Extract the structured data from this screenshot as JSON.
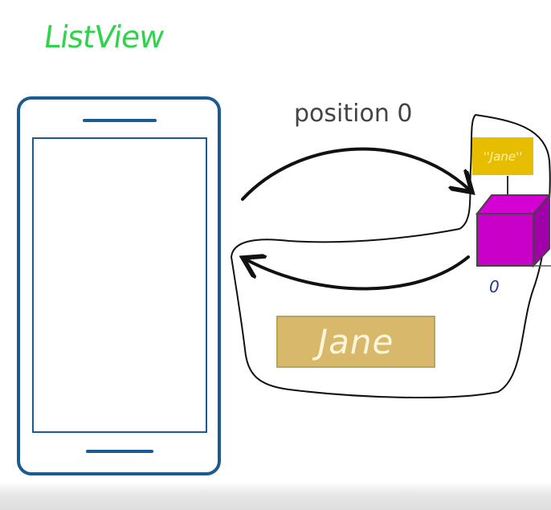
{
  "title": "ListView",
  "arrow_label": "position 0",
  "string_tag": "''Jane''",
  "index_label": "0",
  "name_chip": "Jane",
  "colors": {
    "title": "#2fd34c",
    "phone_outline": "#1b5a92",
    "string_tag": "#e7bd00",
    "cube": "#c800c8",
    "name_chip": "#d8b96c",
    "index_label": "#243a8e"
  },
  "icons": [
    "phone-outline",
    "cube-icon",
    "curved-arrow-right",
    "curved-arrow-left"
  ]
}
